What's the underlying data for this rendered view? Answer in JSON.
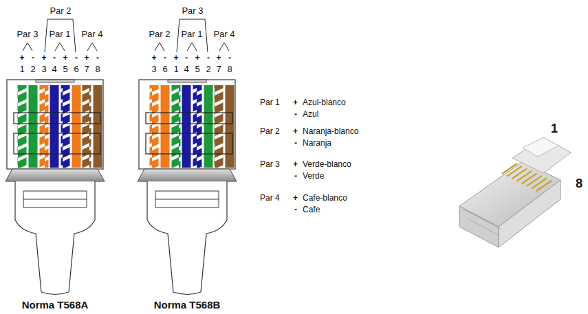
{
  "diagram": {
    "labels": [
      "Par 2",
      "Par 3",
      "Par 1",
      "Par 4",
      "+",
      "-",
      "+",
      "-",
      "+",
      "-",
      "+",
      "-",
      "1",
      "2",
      "3",
      "4",
      "5",
      "6",
      "7",
      "8",
      "Norma T568A",
      "Par 3",
      "Par 2",
      "Par 1",
      "Par 4",
      "+",
      "-",
      "+",
      "-",
      "+",
      "-",
      "+",
      "-",
      "3",
      "6",
      "1",
      "4",
      "5",
      "2",
      "7",
      "8",
      "Norma T568B",
      "Par 1",
      "+",
      "Azul-blanco",
      "-",
      "Azul",
      "Par 2",
      "+",
      "Naranja-blanco",
      "-",
      "Naranja",
      "Par 3",
      "+",
      "Verde-blanco",
      "-",
      "Verde",
      "Par 4",
      "+",
      "Cafe-blanco",
      "-",
      "Cafe",
      "1",
      "8"
    ]
  }
}
